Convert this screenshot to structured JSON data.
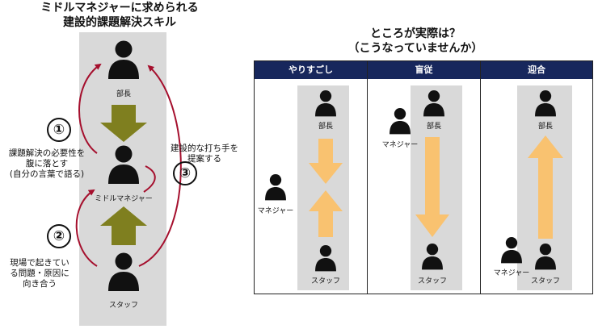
{
  "left_panel": {
    "title_line1": "ミドルマネジャーに求められる",
    "title_line2": "建設的課題解決スキル",
    "roles": {
      "boss": "部長",
      "middle": "ミドルマネジャー",
      "staff": "スタッフ"
    },
    "steps": [
      {
        "number": "①",
        "text_lines": [
          "課題解決の必要性を",
          "腹に落とす",
          "(自分の言葉で語る)"
        ]
      },
      {
        "number": "②",
        "text_lines": [
          "現場で起きてい",
          "る問題・原因に",
          "向き合う"
        ]
      },
      {
        "number": "③",
        "text_lines": [
          "建設的な打ち手を",
          "提案する"
        ]
      }
    ]
  },
  "right_panel": {
    "title_line1": "ところが実際は？",
    "title_line2": "（こうなっていませんか）",
    "columns": [
      {
        "header": "やりすごし",
        "boss": "部長",
        "manager": "マネジャー",
        "staff": "スタッフ"
      },
      {
        "header": "盲従",
        "boss": "部長",
        "manager": "マネジャー",
        "staff": "スタッフ"
      },
      {
        "header": "迎合",
        "boss": "部長",
        "manager": "マネジャー",
        "staff": "スタッフ"
      }
    ]
  },
  "colors": {
    "panel_gray": "#d9d9d9",
    "header_navy": "#17275c",
    "olive_arrow": "#7f7f1f",
    "orange_arrow": "#f9c270",
    "cycle_red": "#a50f2d"
  }
}
